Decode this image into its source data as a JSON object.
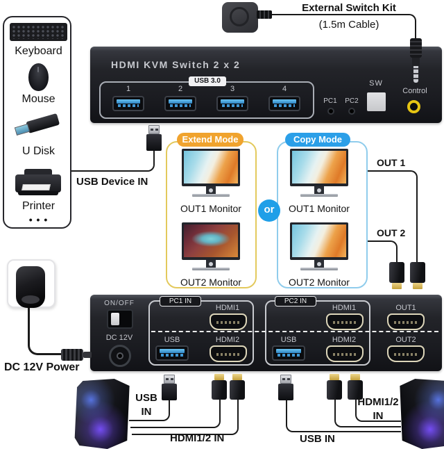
{
  "colors": {
    "accent_orange": "#F0A32E",
    "accent_blue": "#2B9FE8",
    "extend_border": "#E3C95C",
    "copy_border": "#8FCCEC",
    "control_yellow": "#E6C513",
    "usb_blue": "#41A7E0",
    "line": "#1A1A1A"
  },
  "peripherals": {
    "keyboard": "Keyboard",
    "mouse": "Mouse",
    "udisk": "U Disk",
    "printer": "Printer",
    "more": "• • •"
  },
  "switch_kit": {
    "title": "External Switch Kit",
    "cable": "(1.5m Cable)"
  },
  "front_panel": {
    "title": "HDMI KVM Switch 2 x 2",
    "usb_badge": "USB 3.0",
    "port_numbers": [
      "1",
      "2",
      "3",
      "4"
    ],
    "led_pc1": "PC1",
    "led_pc2": "PC2",
    "sw_label": "SW",
    "control_label": "Control"
  },
  "usb_device_in_label": "USB Device IN",
  "modes": {
    "extend": {
      "label": "Extend Mode",
      "out1": "OUT1 Monitor",
      "out2": "OUT2 Monitor"
    },
    "or": "or",
    "copy": {
      "label": "Copy Mode",
      "out1": "OUT1 Monitor",
      "out2": "OUT2 Monitor"
    }
  },
  "outputs": {
    "out1": "OUT 1",
    "out2": "OUT 2"
  },
  "rear_panel": {
    "power_switch": "ON/OFF",
    "dc_label": "DC 12V",
    "pc1": {
      "label": "PC1 IN",
      "hdmi1": "HDMI1",
      "usb": "USB",
      "hdmi2": "HDMI2"
    },
    "pc2": {
      "label": "PC2 IN",
      "hdmi1": "HDMI1",
      "usb": "USB",
      "hdmi2": "HDMI2"
    },
    "out1": "OUT1",
    "out2": "OUT2"
  },
  "power_label": "DC 12V Power",
  "bottom": {
    "left": {
      "usb_line1": "USB",
      "usb_line2": "IN",
      "hdmi": "HDMI1/2 IN"
    },
    "right": {
      "hdmi_line1": "HDMI1/2",
      "hdmi_line2": "IN",
      "usb": "USB IN"
    }
  }
}
